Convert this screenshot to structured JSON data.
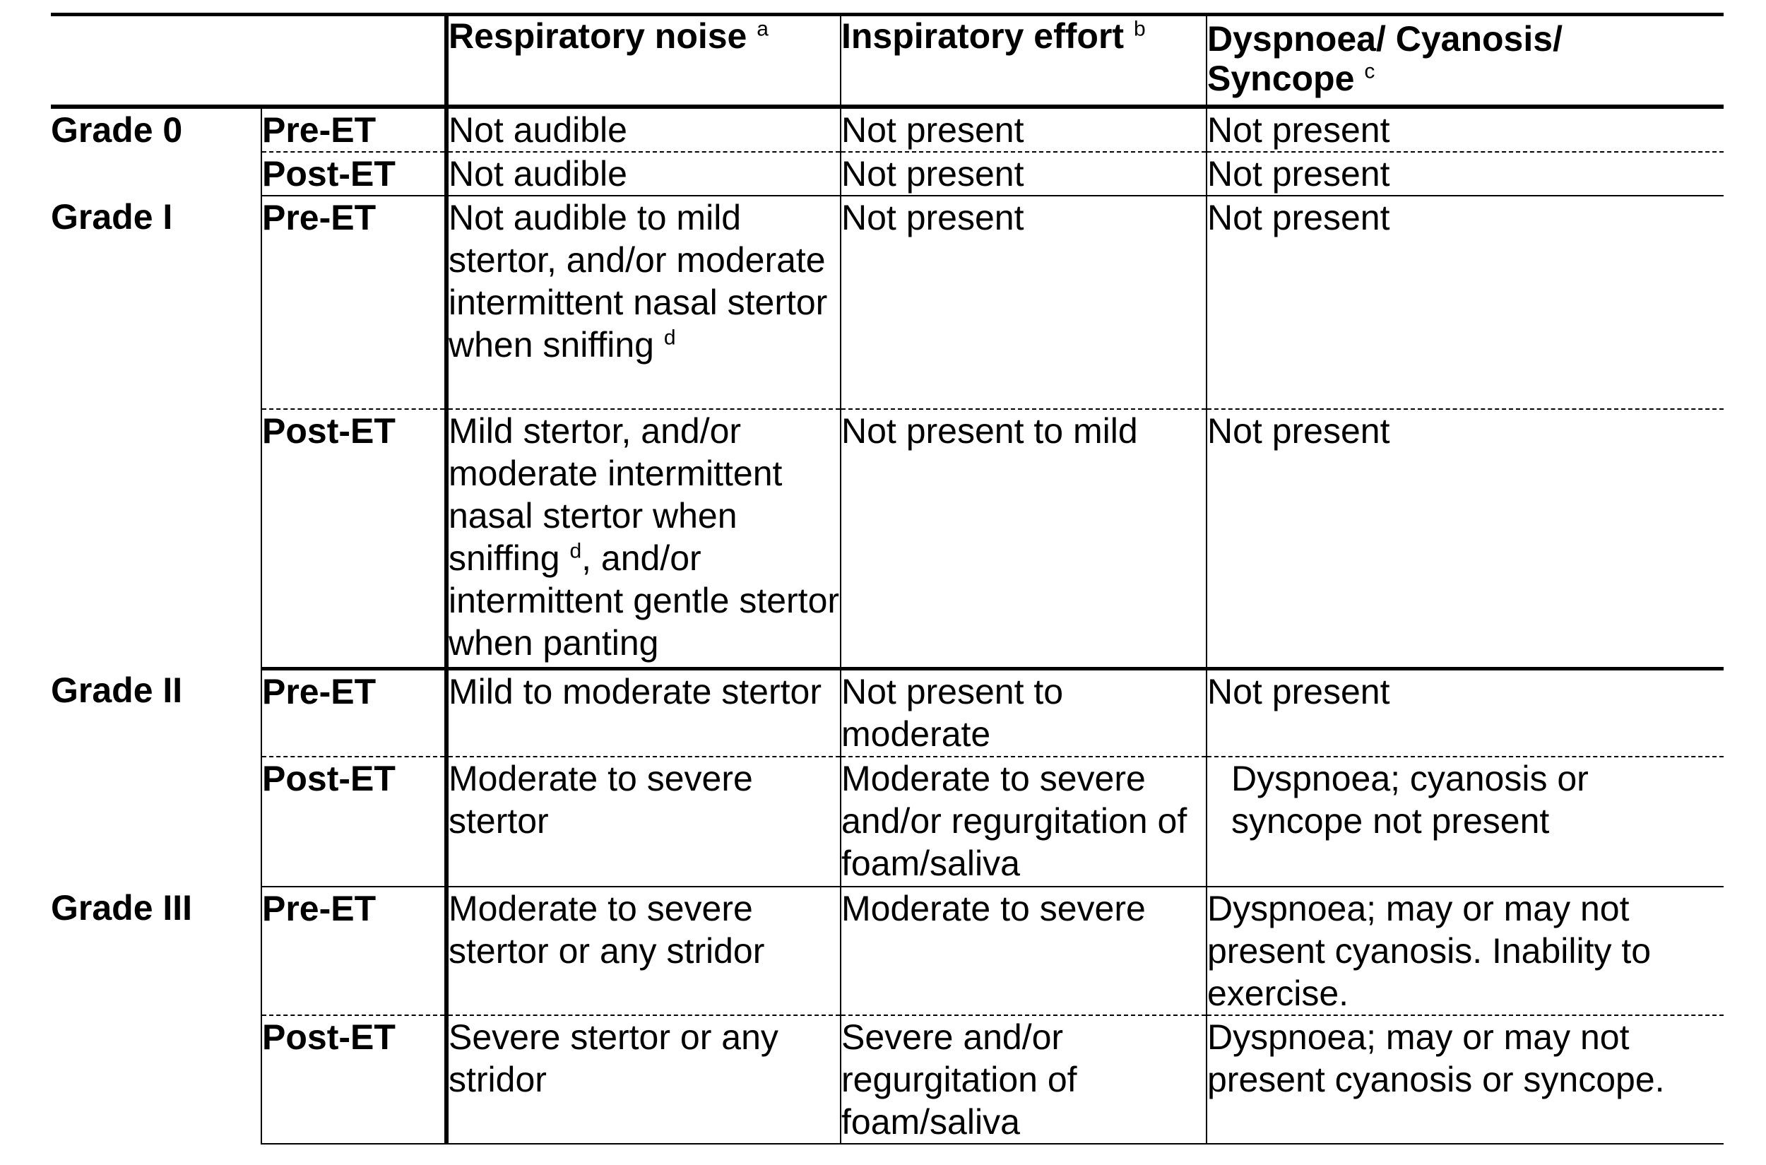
{
  "headers": {
    "noise": {
      "text": "Respiratory noise",
      "sup": "a"
    },
    "effort": {
      "text": "Inspiratory effort",
      "sup": "b"
    },
    "dysp_line1": "Dyspnoea/ Cyanosis/",
    "dysp_line2": "Syncope",
    "dysp_sup": "c"
  },
  "rows": [
    {
      "grade": "Grade 0",
      "pre": {
        "phase": "Pre-ET",
        "noise": "Not audible",
        "effort": "Not present",
        "dysp": "Not present"
      },
      "post": {
        "phase": "Post-ET",
        "noise": "Not audible",
        "effort": "Not present",
        "dysp": "Not present"
      }
    },
    {
      "grade": "Grade I",
      "pre": {
        "phase": "Pre-ET",
        "noise": "Not audible to mild stertor, and/or moderate intermittent nasal stertor when sniffing",
        "noise_sup": "d",
        "effort": "Not present",
        "dysp": "Not present"
      },
      "post": {
        "phase": "Post-ET",
        "noise_a": "Mild stertor, and/or moderate intermittent nasal stertor when sniffing",
        "noise_sup": "d",
        "noise_b": ", and/or intermittent gentle stertor when panting",
        "effort": "Not present to mild",
        "dysp": "Not present"
      }
    },
    {
      "grade": "Grade II",
      "pre": {
        "phase": "Pre-ET",
        "noise": "Mild to moderate stertor",
        "effort": "Not present to moderate",
        "dysp": "Not present"
      },
      "post": {
        "phase": "Post-ET",
        "noise": "Moderate to severe stertor",
        "effort": "Moderate to severe and/or regurgitation of foam/saliva",
        "dysp": "Dyspnoea; cyanosis or syncope not present"
      }
    },
    {
      "grade": "Grade III",
      "pre": {
        "phase": "Pre-ET",
        "noise": "Moderate to severe stertor or any stridor",
        "effort": "Moderate to severe",
        "dysp": "Dyspnoea; may or may not present cyanosis.  Inability to exercise."
      },
      "post": {
        "phase": "Post-ET",
        "noise": "Severe stertor or any stridor",
        "effort": "Severe and/or regurgitation of foam/saliva",
        "dysp": "Dyspnoea; may or may not present cyanosis or syncope."
      }
    }
  ]
}
